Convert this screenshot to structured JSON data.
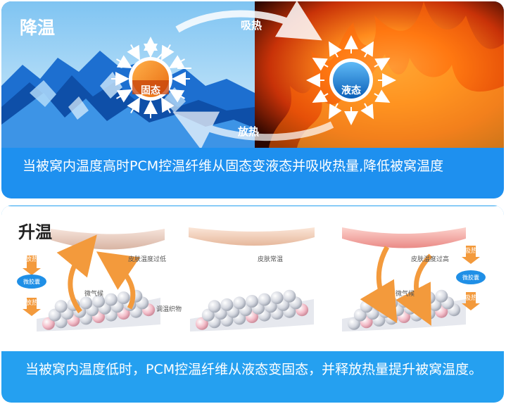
{
  "cooling": {
    "title": "降温",
    "absorb_heat": "吸热",
    "release_heat": "放热",
    "solid_label": "固态",
    "liquid_label": "液态",
    "caption": "当被窝内温度高时PCM控温纤维从固态变液态并吸收热量,降低被窝温度"
  },
  "heating": {
    "title": "升温",
    "release_heat_vertical": "放热",
    "absorb_heat_vertical": "吸热",
    "microcapsule": "微胶囊",
    "skin_low": "皮肤温度过低",
    "skin_normal": "皮肤常温",
    "skin_high": "皮肤温度过高",
    "microclimate": "微气候",
    "fabric": "调温织物",
    "caption": "当被窝内温度低时，PCM控温纤维从液态变固态，并释放热量提升被窝温度。"
  },
  "colors": {
    "panel_blue": "#1e90ef",
    "panel_blue_light": "#25a0f0",
    "orange_arrow": "#f39a3c",
    "skin_cool": "#e9c8b8",
    "skin_hot": "#f29a9a",
    "capsule_blue": "#1f8fe6"
  },
  "icons": [
    "ice-image",
    "fire-image",
    "solid-state-icon",
    "liquid-state-icon",
    "curved-arrow-icon",
    "skin-layer",
    "fabric-layer"
  ]
}
